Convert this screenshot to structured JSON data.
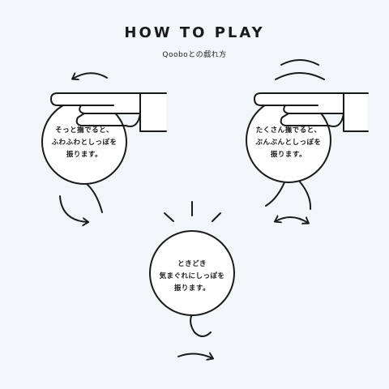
{
  "header": {
    "title": "HOW TO PLAY",
    "subtitle": "Qooboとの戯れ方"
  },
  "steps": [
    {
      "lines": [
        "そっと撫でると、",
        "ふわふわとしっぽを",
        "振ります。"
      ]
    },
    {
      "lines": [
        "たくさん撫でると、",
        "ぶんぶんとしっぽを",
        "振ります。"
      ]
    },
    {
      "lines": [
        "ときどき",
        "気まぐれにしっぽを",
        "振ります。"
      ]
    }
  ],
  "colors": {
    "background": "#f1f6f9",
    "stroke": "#1a1a1a",
    "fill": "#ffffff"
  }
}
